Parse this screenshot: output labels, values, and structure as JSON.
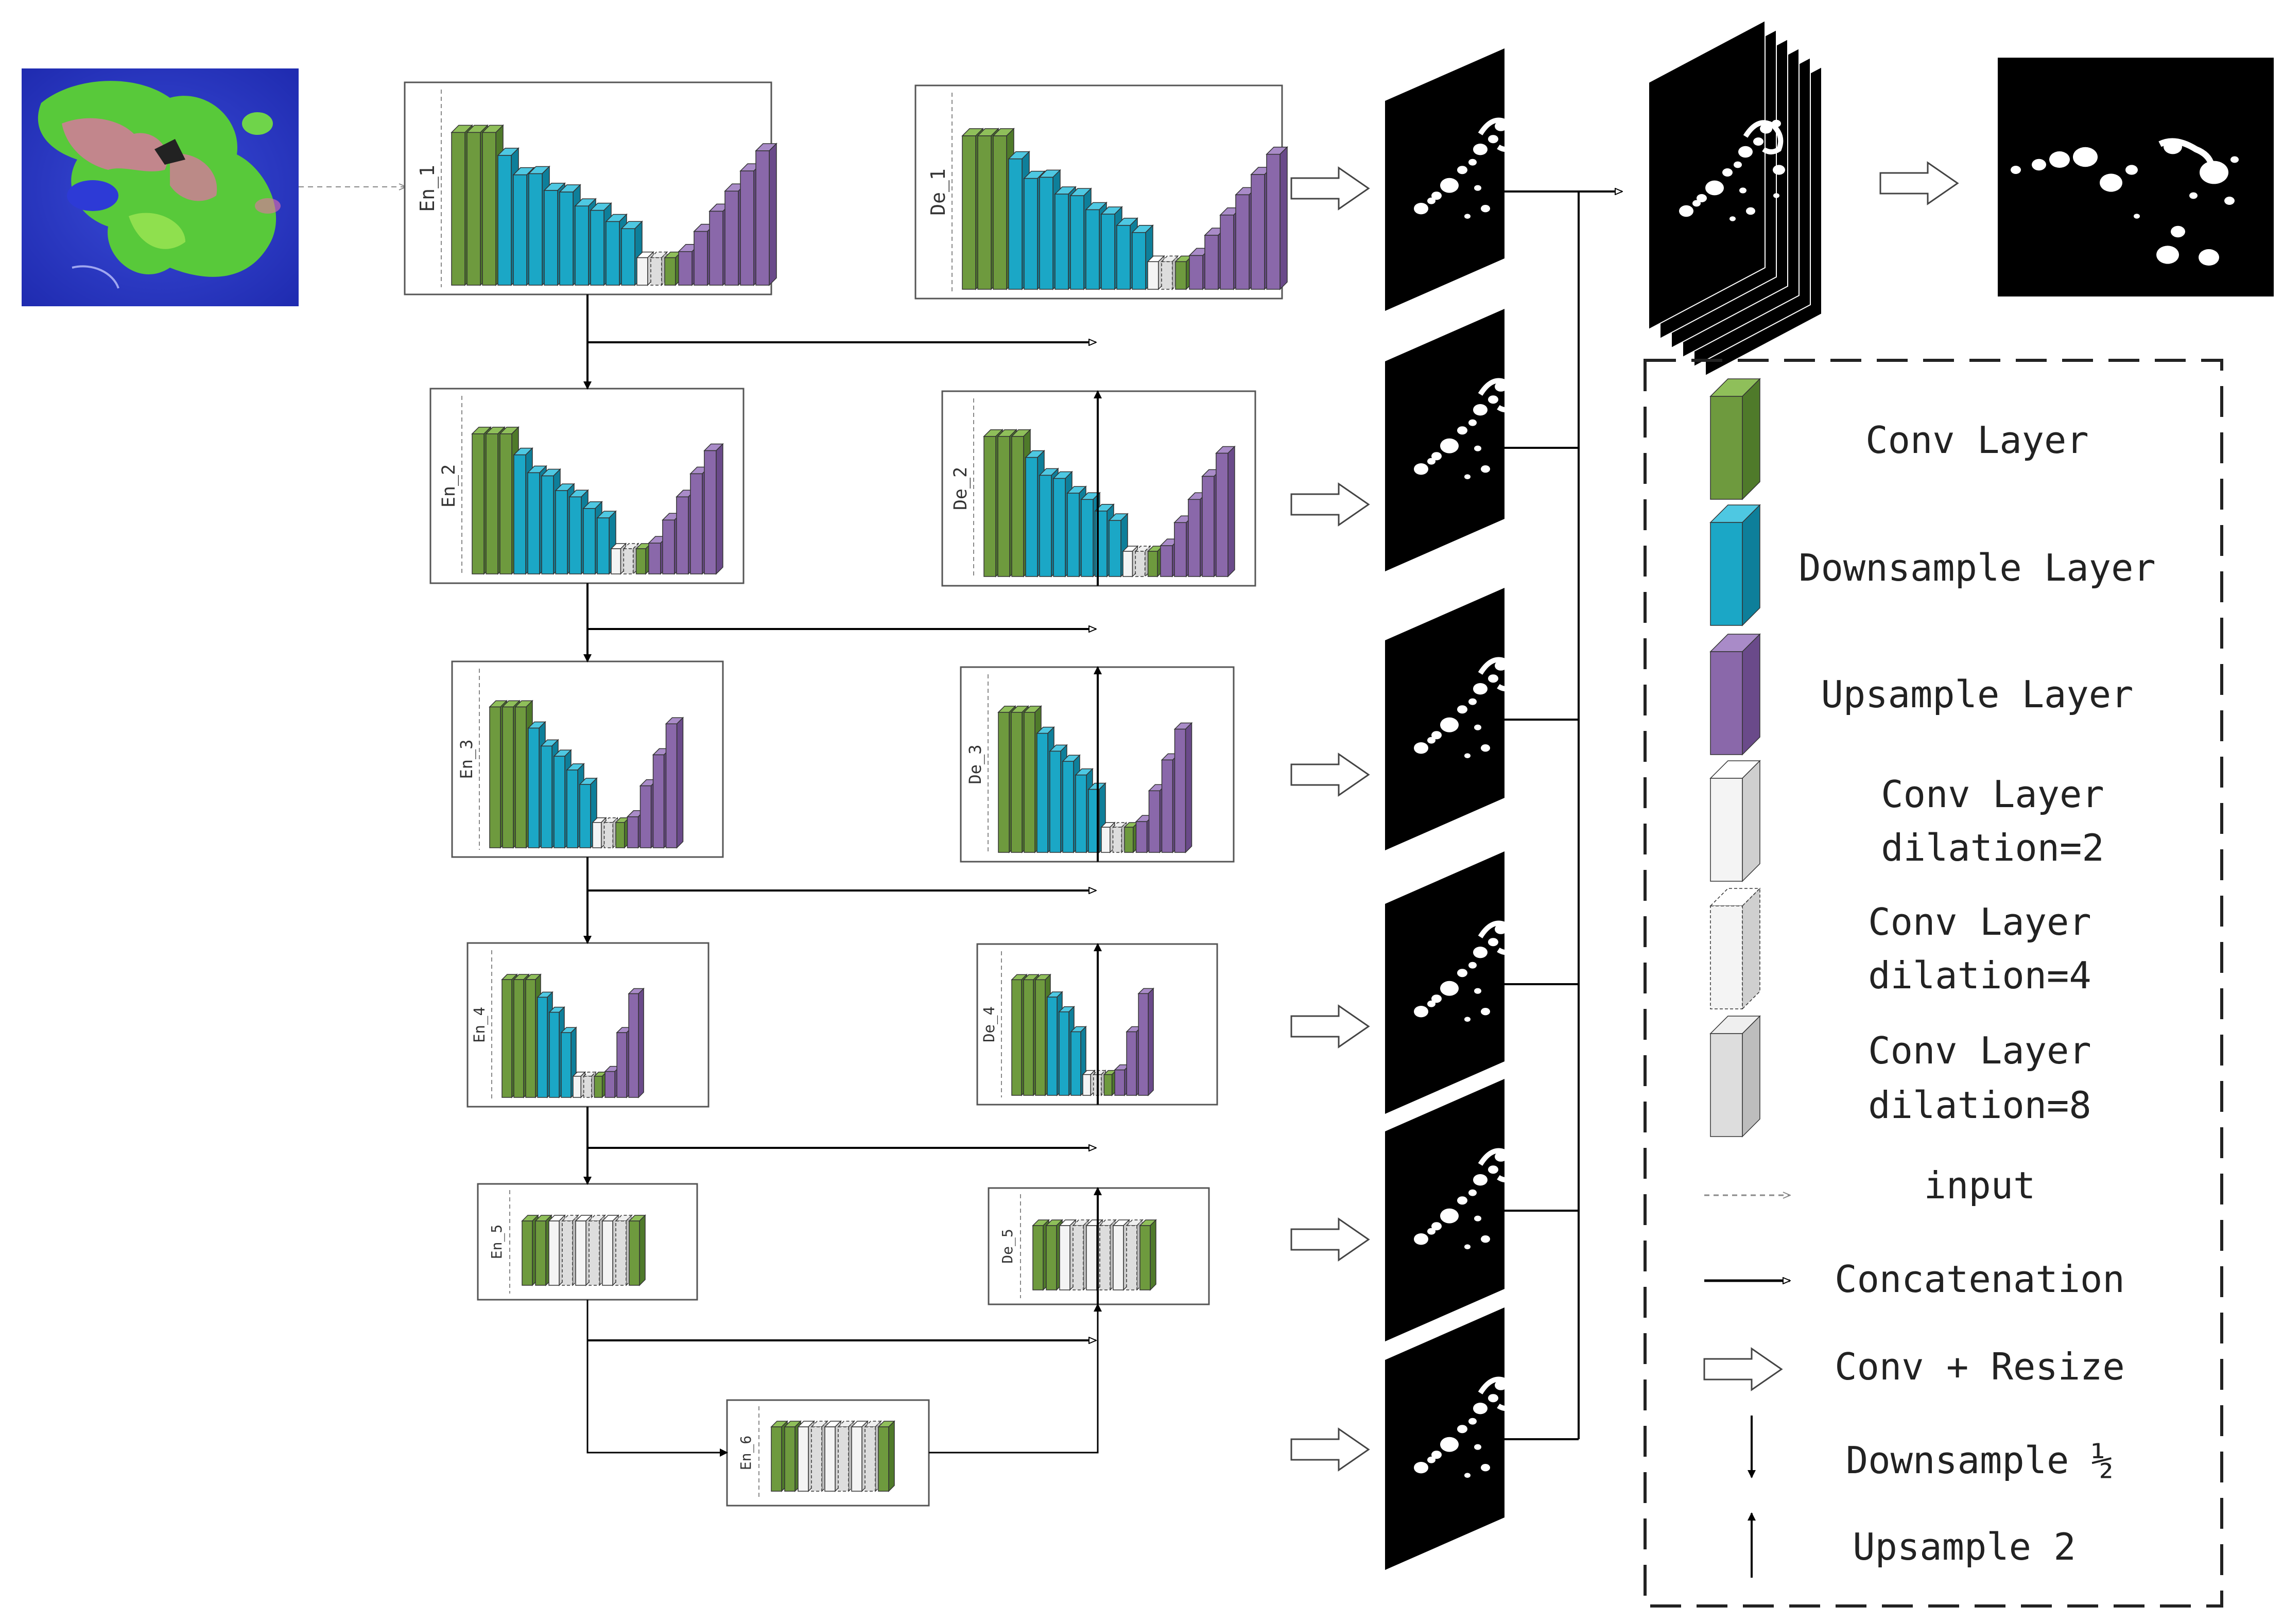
{
  "blocks": {
    "encoders": [
      {
        "label": "En_1",
        "kind": "full",
        "depth": 4
      },
      {
        "label": "En_2",
        "kind": "full",
        "depth": 3
      },
      {
        "label": "En_3",
        "kind": "full",
        "depth": 2
      },
      {
        "label": "En_4",
        "kind": "full",
        "depth": 1
      },
      {
        "label": "En_5",
        "kind": "dilated"
      },
      {
        "label": "En_6",
        "kind": "dilated"
      }
    ],
    "decoders": [
      {
        "label": "De_1",
        "kind": "full",
        "depth": 4
      },
      {
        "label": "De_2",
        "kind": "full",
        "depth": 3
      },
      {
        "label": "De_3",
        "kind": "full",
        "depth": 2
      },
      {
        "label": "De_4",
        "kind": "full",
        "depth": 1
      },
      {
        "label": "De_5",
        "kind": "dilated"
      }
    ]
  },
  "legend": {
    "conv_layer": "Conv Layer",
    "downsample_layer": "Downsample Layer",
    "upsample_layer": "Upsample Layer",
    "dil2_line1": "Conv Layer",
    "dil2_line2": "dilation=2",
    "dil4_line1": "Conv Layer",
    "dil4_line2": "dilation=4",
    "dil8_line1": "Conv Layer",
    "dil8_line2": "dilation=8",
    "input": "input",
    "concatenation": "Concatenation",
    "conv_resize": "Conv + Resize",
    "downsample_half": "Downsample ½",
    "upsample_2": "Upsample 2"
  },
  "colors": {
    "conv": "#6e9a3e",
    "conv_dark": "#4f7a2a",
    "conv_light": "#8fbf5a",
    "down": "#1ba7c6",
    "down_dark": "#0e7f9a",
    "down_light": "#4ec8e2",
    "up": "#8a68aa",
    "up_dark": "#6a4a8a",
    "up_light": "#a98bc8",
    "dil_white": "#f4f4f4",
    "dil_gray": "#dddddd"
  }
}
